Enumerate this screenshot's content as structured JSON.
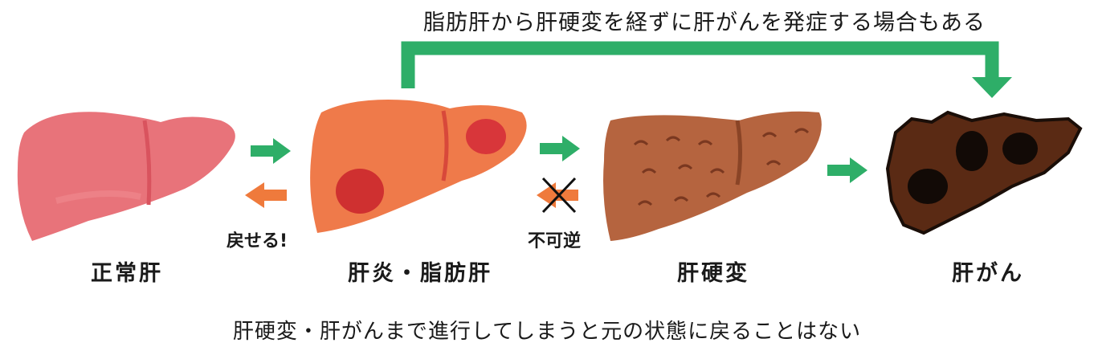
{
  "top_note": "脂肪肝から肝硬変を経ずに肝がんを発症する場合もある",
  "bottom_note": "肝硬変・肝がんまで進行してしまうと元の状態に戻ることはない",
  "stages": [
    {
      "label": "正常肝"
    },
    {
      "label": "肝炎・脂肪肝"
    },
    {
      "label": "肝硬変"
    },
    {
      "label": "肝がん"
    }
  ],
  "reversible_label": "戻せる!",
  "irreversible_label": "不可逆",
  "colors": {
    "progress_arrow": "#2eae68",
    "reverse_arrow": "#ef7a3c",
    "normal": "#e8737a",
    "hepatitis": "#ef7a4a",
    "cirrhosis": "#b5643f",
    "cancer": "#5a2a14"
  }
}
